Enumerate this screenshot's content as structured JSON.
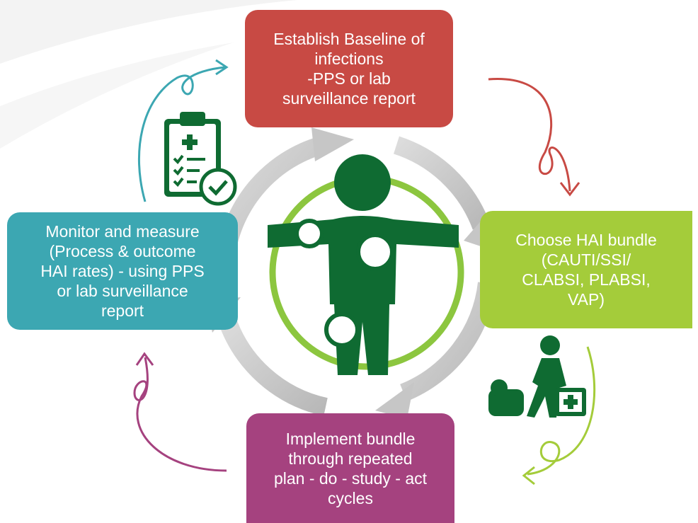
{
  "steps": [
    {
      "id": "baseline",
      "lines": [
        "Establish Baseline of",
        "infections",
        "-PPS or lab",
        "surveillance report"
      ],
      "color": "#c84a44"
    },
    {
      "id": "choose",
      "lines": [
        "Choose HAI bundle",
        "(CAUTI/SSI/",
        "CLABSI, PLABSI,",
        "VAP)"
      ],
      "color": "#a4cc3a"
    },
    {
      "id": "implement",
      "lines": [
        "Implement bundle",
        "through repeated",
        "plan - do - study - act",
        "cycles"
      ],
      "color": "#a5427f"
    },
    {
      "id": "monitor",
      "lines": [
        "Monitor and measure",
        "(Process & outcome",
        "HAI rates) - using PPS",
        "or lab surveillance",
        "report"
      ],
      "color": "#3ca7b2"
    }
  ],
  "colors": {
    "human_figure": "#0f6b32",
    "inner_ring": "#8cc63f",
    "cycle_arrows": "#c8c8c8"
  },
  "icons": {
    "center": "human-body-icon",
    "clipboard": "clipboard-check-icon",
    "medic": "healthcare-worker-icon"
  }
}
